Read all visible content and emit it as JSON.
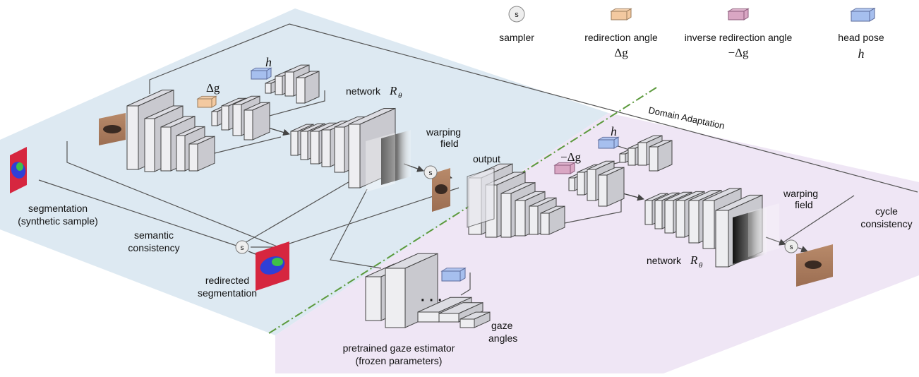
{
  "legend": {
    "sampler_symbol": "s",
    "sampler": "sampler",
    "redirection_angle": "redirection angle",
    "redirection_angle_symbol": "Δg",
    "inverse_redirection_angle": "inverse redirection angle",
    "inverse_redirection_angle_symbol": "−Δg",
    "head_pose": "head pose",
    "head_pose_symbol": "h"
  },
  "labels": {
    "domain_adaptation": "Domain Adaptation",
    "network_top": "network",
    "network_bottom": "network",
    "network_symbol": "R",
    "network_subscript": "θ",
    "warping_field_top_1": "warping",
    "warping_field_top_2": "field",
    "warping_field_bottom_1": "warping",
    "warping_field_bottom_2": "field",
    "output": "output",
    "segmentation_1": "segmentation",
    "segmentation_2": "(synthetic sample)",
    "semantic_consistency_1": "semantic",
    "semantic_consistency_2": "consistency",
    "redirected_segmentation_1": "redirected",
    "redirected_segmentation_2": "segmentation",
    "cycle_consistency_1": "cycle",
    "cycle_consistency_2": "consistency",
    "gaze_angles_1": "gaze",
    "gaze_angles_2": "angles",
    "gaze_estimator_1": "pretrained gaze estimator",
    "gaze_estimator_2": "(frozen parameters)",
    "h_top": "h",
    "dg_top": "Δg",
    "h_bottom": "h",
    "neg_dg_bottom": "−Δg",
    "sampler_s": "s",
    "dots": "· · ·"
  },
  "colors": {
    "blue_region": "#dde9f2",
    "purple_region": "#efe6f5",
    "angle_orange": "#f3c9a0",
    "inverse_pink": "#d9a6c3",
    "head_pose_blue": "#a6bfee",
    "dashdot_green": "#5c9a3d",
    "seg_red": "#d6263f",
    "seg_blue": "#2f3fd6",
    "seg_green": "#3fbf4a"
  }
}
